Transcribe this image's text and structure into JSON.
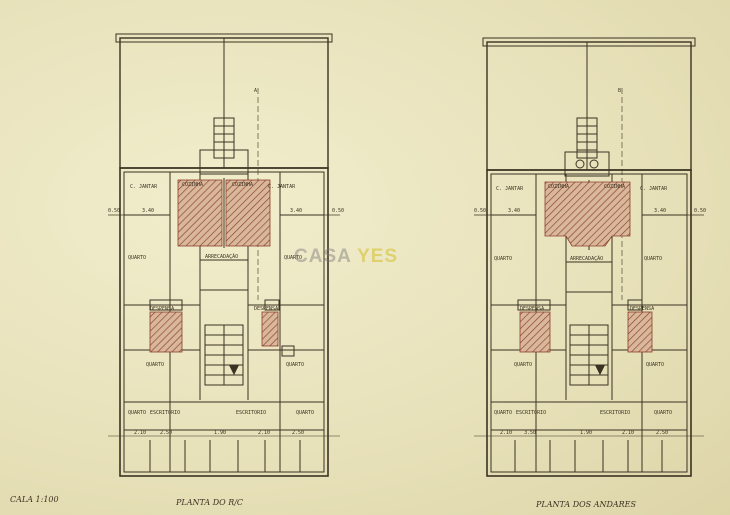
{
  "scale": "CALA 1:100",
  "watermark": {
    "a": "CASA",
    "b": "YES"
  },
  "colors": {
    "paper": "#ece7c4",
    "ink": "#3b3222",
    "hatch": "#b0543c"
  },
  "left_plan": {
    "title": "PLANTA DO R/C",
    "axis_mark": "A",
    "rooms": {
      "c_jantar_l": "C. JANTAR",
      "c_jantar_r": "C. JANTAR",
      "cozinha_l": "COZINHA",
      "cozinha_r": "COZINHA",
      "quarto_tl": "QUARTO",
      "quarto_tr": "QUARTO",
      "arrecadacao": "ARRECADAÇÃO",
      "desp": "DESPENSA",
      "desp_r": "DESPENSA",
      "quarto_bl": "QUARTO",
      "quarto_br": "QUARTO",
      "escrit_l": "ESCRITORIO",
      "escrit_r": "ESCRITORIO",
      "quarto_f1": "QUARTO",
      "quarto_f2": "QUARTO"
    },
    "dims": [
      "2.10",
      "2.50",
      "1.90",
      "2.10",
      "2.50",
      "0.50",
      "3.40",
      "3.40",
      "0.50"
    ]
  },
  "right_plan": {
    "title": "PLANTA DOS ANDARES",
    "axis_mark": "B",
    "rooms": {
      "c_jantar_l": "C. JANTAR",
      "c_jantar_r": "C. JANTAR",
      "cozinha_l": "COZINHA",
      "cozinha_r": "COZINHA",
      "quarto_tl": "QUARTO",
      "quarto_tr": "QUARTO",
      "arrecadacao": "ARRECADAÇÃO",
      "desp": "DESPENSA",
      "desp_r": "DESPENSA",
      "quarto_bl": "QUARTO",
      "quarto_br": "QUARTO",
      "escrit_l": "ESCRITORIO",
      "escrit_r": "ESCRITORIO",
      "quarto_f1": "QUARTO",
      "quarto_f2": "QUARTO"
    },
    "dims": [
      "2.10",
      "3.50",
      "1.90",
      "2.10",
      "2.50",
      "0.50",
      "3.40",
      "3.40",
      "0.50"
    ]
  }
}
